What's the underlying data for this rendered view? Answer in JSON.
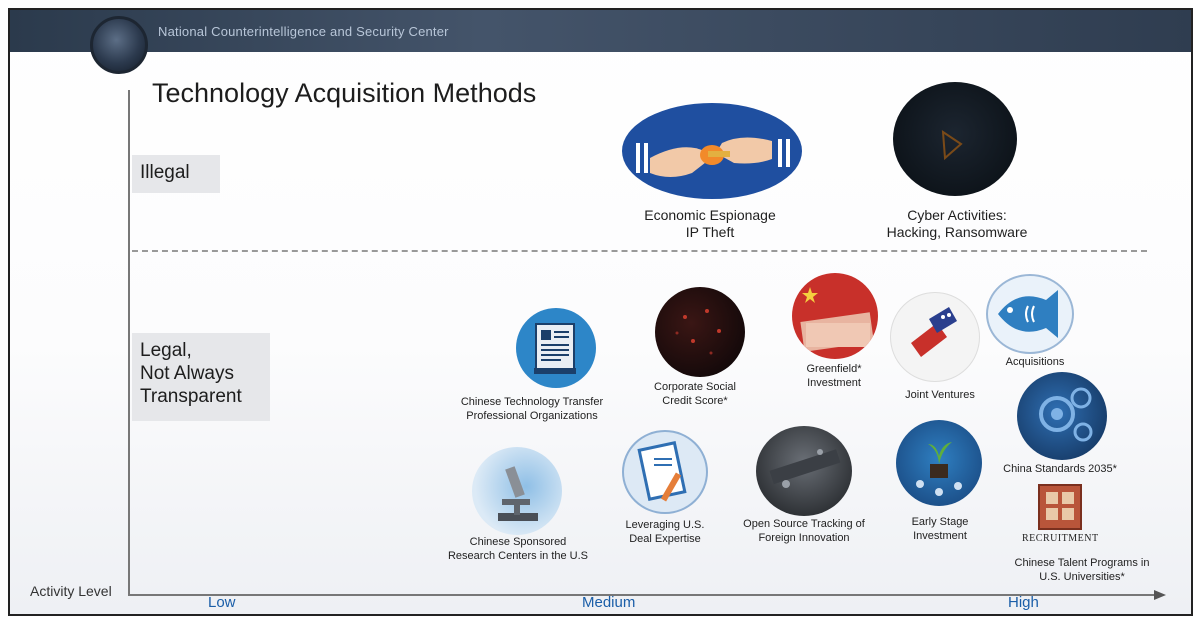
{
  "banner": {
    "org_name": "National Counterintelligence and Security Center"
  },
  "title": "Technology Acquisition Methods",
  "rows": {
    "illegal": "Illegal",
    "legal_line1": "Legal,",
    "legal_line2": "Not Always",
    "legal_line3": "Transparent"
  },
  "axes": {
    "y_label": "Activity Level",
    "low": "Low",
    "medium": "Medium",
    "high": "High"
  },
  "methods": {
    "espionage": {
      "line1": "Economic Espionage",
      "line2": "IP Theft"
    },
    "cyber": {
      "line1": "Cyber Activities:",
      "line2": "Hacking, Ransomware"
    },
    "transfer_orgs": {
      "line1": "Chinese Technology Transfer",
      "line2": "Professional Organizations"
    },
    "credit_score": {
      "line1": "Corporate Social",
      "line2": "Credit Score*"
    },
    "greenfield": {
      "line1": "Greenfield*",
      "line2": "Investment"
    },
    "joint_ventures": {
      "line1": "Joint Ventures"
    },
    "acquisitions": {
      "line1": "Acquisitions"
    },
    "research_centers": {
      "line1": "Chinese Sponsored",
      "line2": "Research Centers in the U.S"
    },
    "deal_expertise": {
      "line1": "Leveraging U.S.",
      "line2": "Deal Expertise"
    },
    "open_source": {
      "line1": "Open Source Tracking of",
      "line2": "Foreign Innovation"
    },
    "early_stage": {
      "line1": "Early Stage",
      "line2": "Investment"
    },
    "standards": {
      "line1": "China Standards 2035*"
    },
    "talent": {
      "line1": "Chinese Talent Programs in",
      "line2": "U.S. Universities*",
      "logo_text": "RECRUITMENT"
    }
  },
  "icons": {
    "espionage": "handoff-icon",
    "cyber": "dark-triangle-icon",
    "transfer_orgs": "document-icon",
    "credit_score": "dotted-sphere-icon",
    "greenfield": "money-flag-icon",
    "joint_ventures": "puzzle-flag-icon",
    "acquisitions": "big-fish-icon",
    "research_centers": "microscope-icon",
    "deal_expertise": "clipboard-pen-icon",
    "open_source": "innovation-icon",
    "early_stage": "seedling-icon",
    "standards": "gears-icon",
    "talent": "recruitment-logo"
  },
  "colors": {
    "axis_label": "#1a5ea8",
    "banner": "#2b3a4c",
    "row_box": "#e6e7ea"
  }
}
